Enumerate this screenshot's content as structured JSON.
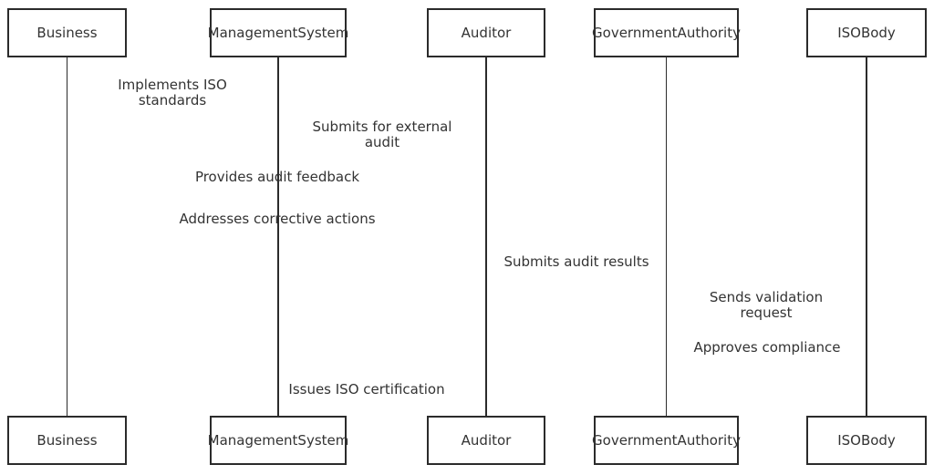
{
  "diagram": {
    "type": "sequence",
    "colors": {
      "background": "#ffffff",
      "line": "#2b2b2b",
      "text": "#333333"
    },
    "actors": [
      {
        "name": "Business"
      },
      {
        "name": "ManagementSystem"
      },
      {
        "name": "Auditor"
      },
      {
        "name": "GovernmentAuthority"
      },
      {
        "name": "ISOBody"
      }
    ],
    "messages": [
      "Implements ISO standards",
      "Submits for external audit",
      "Provides audit feedback",
      "Addresses corrective actions",
      "Submits audit results",
      "Sends validation request",
      "Approves compliance",
      "Issues ISO certification"
    ]
  }
}
